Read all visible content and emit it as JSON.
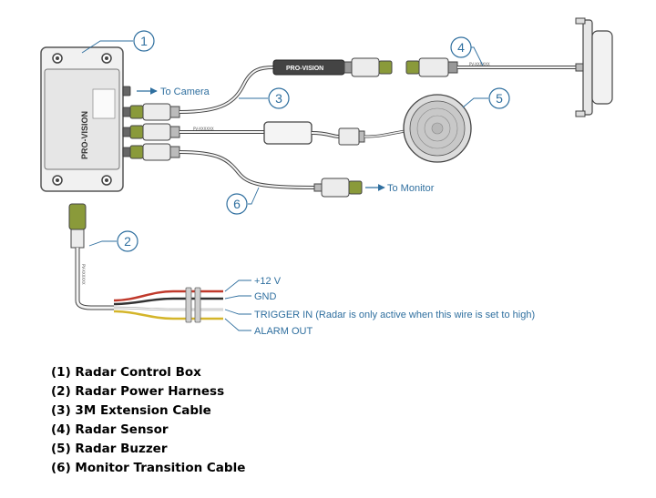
{
  "colors": {
    "callout": "#2f6f9f",
    "outline": "#555555",
    "fill": "#eeeeee",
    "wire_red": "#c0392b",
    "wire_black": "#333333",
    "wire_yellow": "#d4b52a",
    "wire_green": "#8a9a3a"
  },
  "control_box": {
    "brand_text": "PRO-VISION"
  },
  "extension_cable": {
    "brand_text": "PRO-VISION"
  },
  "labels": {
    "to_camera": "To Camera",
    "to_monitor": "To Monitor"
  },
  "callouts": [
    "1",
    "2",
    "3",
    "4",
    "5",
    "6"
  ],
  "wires": [
    {
      "label": "+12 V",
      "color": "red"
    },
    {
      "label": "GND",
      "color": "black"
    },
    {
      "label": "TRIGGER IN (Radar is only active when this wire is set to high)",
      "color": "white"
    },
    {
      "label": "ALARM OUT",
      "color": "yellow-green"
    }
  ],
  "legend": [
    "(1) Radar Control Box",
    "(2) Radar Power Harness",
    "(3) 3M Extension Cable",
    "(4) Radar Sensor",
    "(5) Radar Buzzer",
    "(6) Monitor Transition Cable"
  ]
}
